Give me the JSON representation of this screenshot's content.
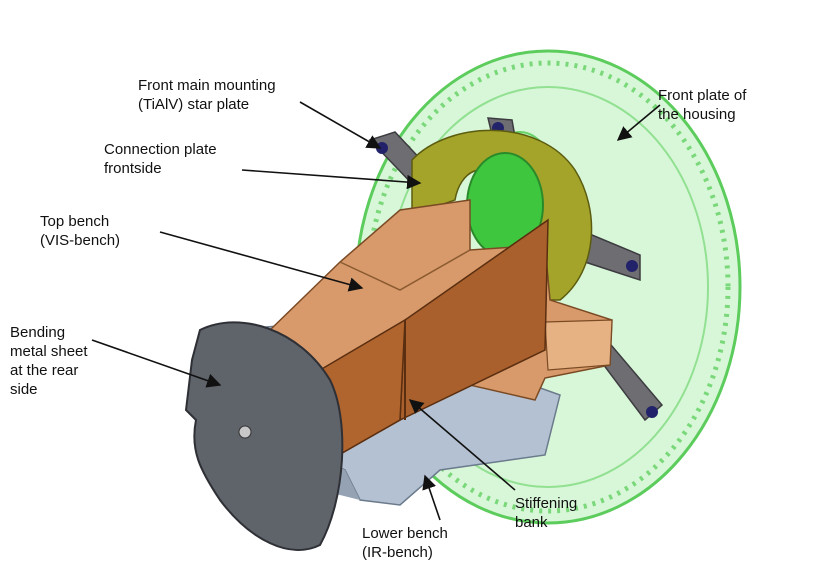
{
  "labels": {
    "front_main_mounting": {
      "line1": "Front main mounting",
      "line2": "(TiAlV) star plate"
    },
    "front_plate_housing": {
      "line1": "Front plate of",
      "line2": "the housing"
    },
    "connection_plate": {
      "line1": "Connection plate",
      "line2": "frontside"
    },
    "top_bench": {
      "line1": "Top bench",
      "line2": "(VIS-bench)"
    },
    "bending_metal_sheet": {
      "line1": "Bending",
      "line2": "metal sheet",
      "line3": "at the rear",
      "line4": "side"
    },
    "stiffening_bank": {
      "line1": "Stiffening",
      "line2": "bank"
    },
    "lower_bench": {
      "line1": "Lower bench",
      "line2": "(IR-bench)"
    }
  },
  "colors": {
    "housing_plate": "#8fe08f",
    "connection_plate": "#9a9a22",
    "top_bench": "#d89a6a",
    "stiffening_bank": "#a35a28",
    "lower_bench": "#a9b7c9",
    "rear_sheet": "#5d6168",
    "star_plate": "#6e6e72"
  }
}
